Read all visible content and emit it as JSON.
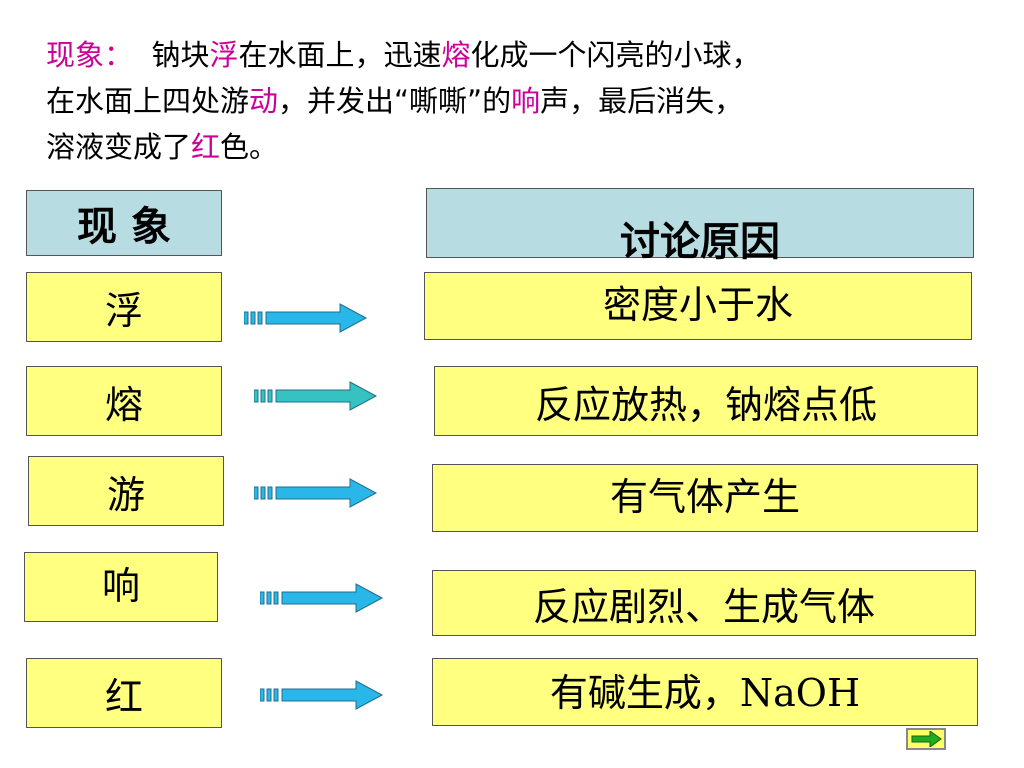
{
  "intro": {
    "label": "现象：",
    "seg1": "钠块",
    "hl_float": "浮",
    "seg2": "在水面上，迅速",
    "hl_melt": "熔",
    "seg3": "化成一个闪亮的小球，",
    "seg4": "在水面上四处游",
    "hl_move": "动",
    "seg5": "，并发出“嘶嘶”的",
    "hl_sound": "响",
    "seg6": "声，最后消失，",
    "seg7": "溶液变成了",
    "hl_red": "红",
    "seg8": "色。"
  },
  "table": {
    "header_left": "现 象",
    "header_right": "讨论原因",
    "rows": [
      {
        "phenomenon": "浮",
        "reason": "密度小于水"
      },
      {
        "phenomenon": "熔",
        "reason": "反应放热，钠熔点低"
      },
      {
        "phenomenon": "游",
        "reason": "有气体产生"
      },
      {
        "phenomenon": "响",
        "reason": "反应剧烈、生成气体"
      },
      {
        "phenomenon": "红",
        "reason": "有碱生成，NaOH"
      }
    ]
  },
  "colors": {
    "highlight": "#cc0099",
    "header_fill": "#b7dde2",
    "box_fill": "#ffff80",
    "arrow_fill": "#29b6e8",
    "nav_fill": "#ffff66"
  },
  "icons": {
    "row_arrow": "striped-right-arrow",
    "nav": "next-slide-arrow"
  }
}
